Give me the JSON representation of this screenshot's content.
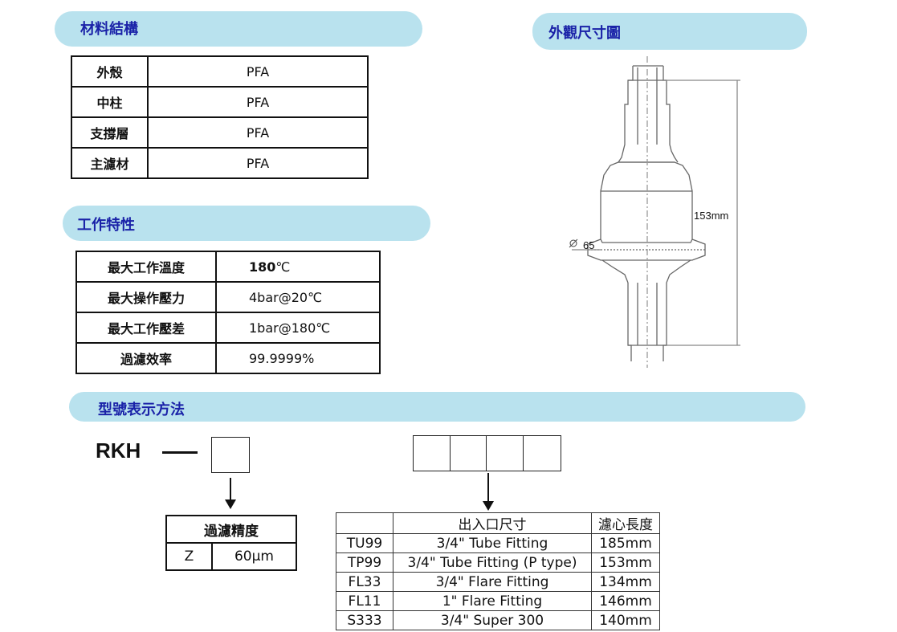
{
  "sections": {
    "materials_title": "材料結構",
    "operating_title": "工作特性",
    "model_title": "型號表示方法",
    "drawing_title": "外觀尺寸圖"
  },
  "materials": [
    {
      "part": "外殼",
      "material": "PFA"
    },
    {
      "part": "中柱",
      "material": "PFA"
    },
    {
      "part": "支撐層",
      "material": "PFA"
    },
    {
      "part": "主濾材",
      "material": "PFA"
    }
  ],
  "operating": [
    {
      "label": "最大工作溫度",
      "value_strong": "180",
      "value": "℃"
    },
    {
      "label": "最大操作壓力",
      "value_strong": "",
      "value": "4bar@20℃"
    },
    {
      "label": "最大工作壓差",
      "value_strong": "",
      "value": "1bar@180℃"
    },
    {
      "label": "過濾效率",
      "value_strong": "",
      "value": "99.9999%"
    }
  ],
  "drawing": {
    "height_label": "153mm",
    "diameter_label": "65"
  },
  "model": {
    "prefix": "RKH",
    "rating_header": "過濾精度",
    "rating_code": "Z",
    "rating_value": "60μm",
    "fitting_headers": [
      "",
      "出入口尺寸",
      "濾心長度"
    ],
    "fittings": [
      {
        "code": "TU99",
        "fitting": "3/4\" Tube Fitting",
        "length": "185mm"
      },
      {
        "code": "TP99",
        "fitting": "3/4\" Tube Fitting (P type)",
        "length": "153mm"
      },
      {
        "code": "FL33",
        "fitting": "3/4\" Flare Fitting",
        "length": "134mm"
      },
      {
        "code": "FL11",
        "fitting": "1\" Flare Fitting",
        "length": "146mm"
      },
      {
        "code": "S333",
        "fitting": "3/4\" Super 300",
        "length": "140mm"
      }
    ]
  }
}
